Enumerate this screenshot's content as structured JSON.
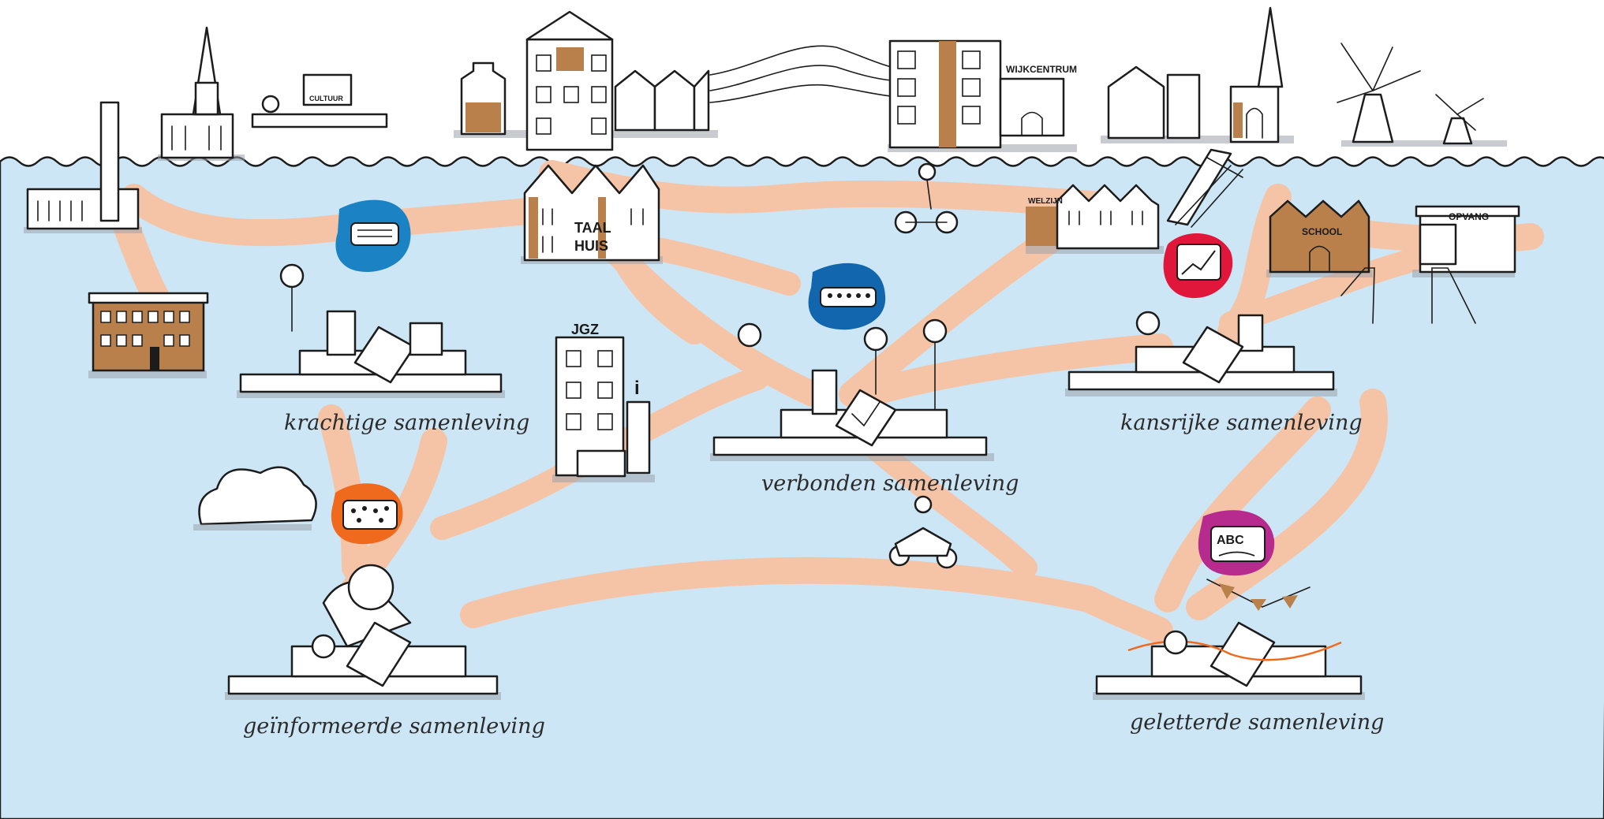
{
  "signs": {
    "cultuur": "CULTUUR",
    "wijkcentrum": "WIJKCENTRUM",
    "taalhuis_line1": "TAAL",
    "taalhuis_line2": "HUIS",
    "welzijn": "WELZIJN",
    "school": "SCHOOL",
    "opvang": "OPVANG",
    "jgz": "JGZ",
    "info": "i",
    "abc": "ABC"
  },
  "hubs": [
    {
      "id": "krachtig",
      "label": "krachtige samenleving",
      "badge_color": "#1b82c4",
      "badge_icon": "keyboard-icon"
    },
    {
      "id": "verbonden",
      "label": "verbonden samenleving",
      "badge_color": "#1266ad",
      "badge_icon": "people-row-icon"
    },
    {
      "id": "kansrijk",
      "label": "kansrijke samenleving",
      "badge_color": "#e0173b",
      "badge_icon": "growth-chart-icon"
    },
    {
      "id": "geinformeerd",
      "label": "geïnformeerde samenleving",
      "badge_color": "#f06a1e",
      "badge_icon": "network-people-icon"
    },
    {
      "id": "geletterd",
      "label": "geletterde samenleving",
      "badge_color": "#b72a8e",
      "badge_icon": "abc-book-icon"
    }
  ],
  "colors": {
    "water": "#cde6f5",
    "road": "#f5c4a6",
    "ink": "#1c1c1c",
    "brick": "#b9804c"
  }
}
